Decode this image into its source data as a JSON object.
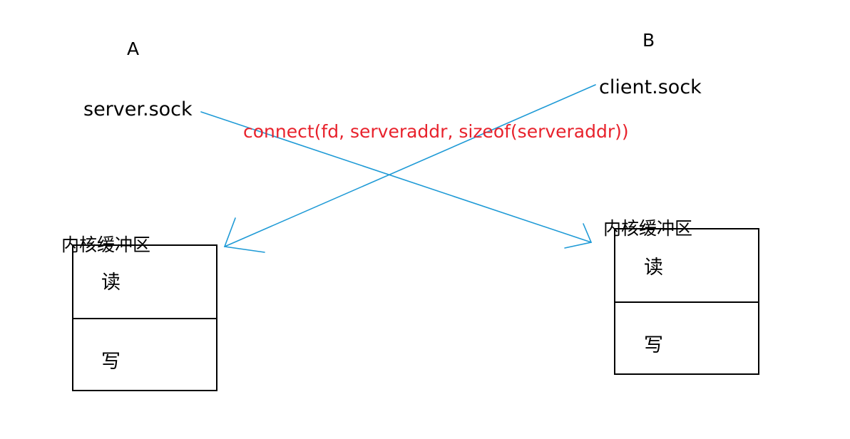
{
  "colors": {
    "arrow": "#1e9ad6",
    "call_text": "#e8222c",
    "text": "#000000"
  },
  "host_a": {
    "label": "A",
    "socket": "server.sock",
    "kernel_buffer": {
      "title": "内核缓冲区",
      "read": "读",
      "write": "写"
    }
  },
  "host_b": {
    "label": "B",
    "socket": "client.sock",
    "kernel_buffer": {
      "title": "内核缓冲区",
      "read": "读",
      "write": "写"
    }
  },
  "call_label": "connect(fd, serveraddr, sizeof(serveraddr))"
}
